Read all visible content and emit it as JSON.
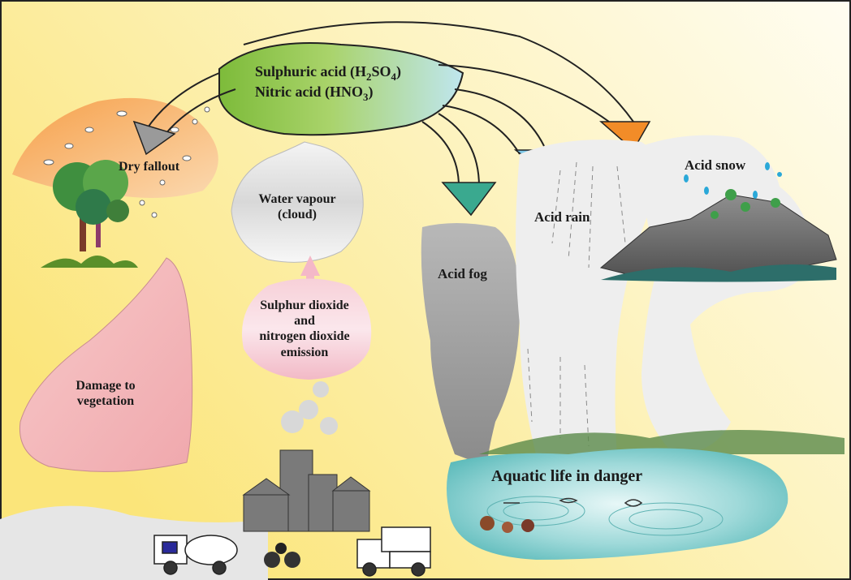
{
  "acids": {
    "sulphuric_prefix": "Sulphuric acid (H",
    "sulphuric_sub1": "2",
    "sulphuric_mid": "SO",
    "sulphuric_sub2": "4",
    "sulphuric_suffix": ")",
    "nitric_prefix": "Nitric acid (HNO",
    "nitric_sub": "3",
    "nitric_suffix": ")"
  },
  "labels": {
    "dry_fallout": "Dry fallout",
    "water_vapour_line1": "Water vapour",
    "water_vapour_line2": "(cloud)",
    "emission_line1": "Sulphur dioxide",
    "emission_line2": "and",
    "emission_line3": "nitrogen dioxide",
    "emission_line4": "emission",
    "acid_fog": "Acid fog",
    "acid_rain": "Acid rain",
    "acid_snow": "Acid snow",
    "damage_line1": "Damage to",
    "damage_line2": "vegetation",
    "aquatic": "Aquatic life in danger"
  },
  "colors": {
    "background_start": "#fbe98a",
    "background_end": "#fffdf0",
    "acid_cloud": "#8cc63f",
    "arrow_orange": "#f28c28",
    "arrow_blue": "#7fc8e8",
    "arrow_teal": "#3aa98f",
    "fog": "#9a9a9a",
    "rain": "#ececec",
    "snow_mountain": "#2d6e6a",
    "vegetation_damage": "#f2b8b8",
    "water": "#8fd6d6",
    "city": "#777777"
  }
}
